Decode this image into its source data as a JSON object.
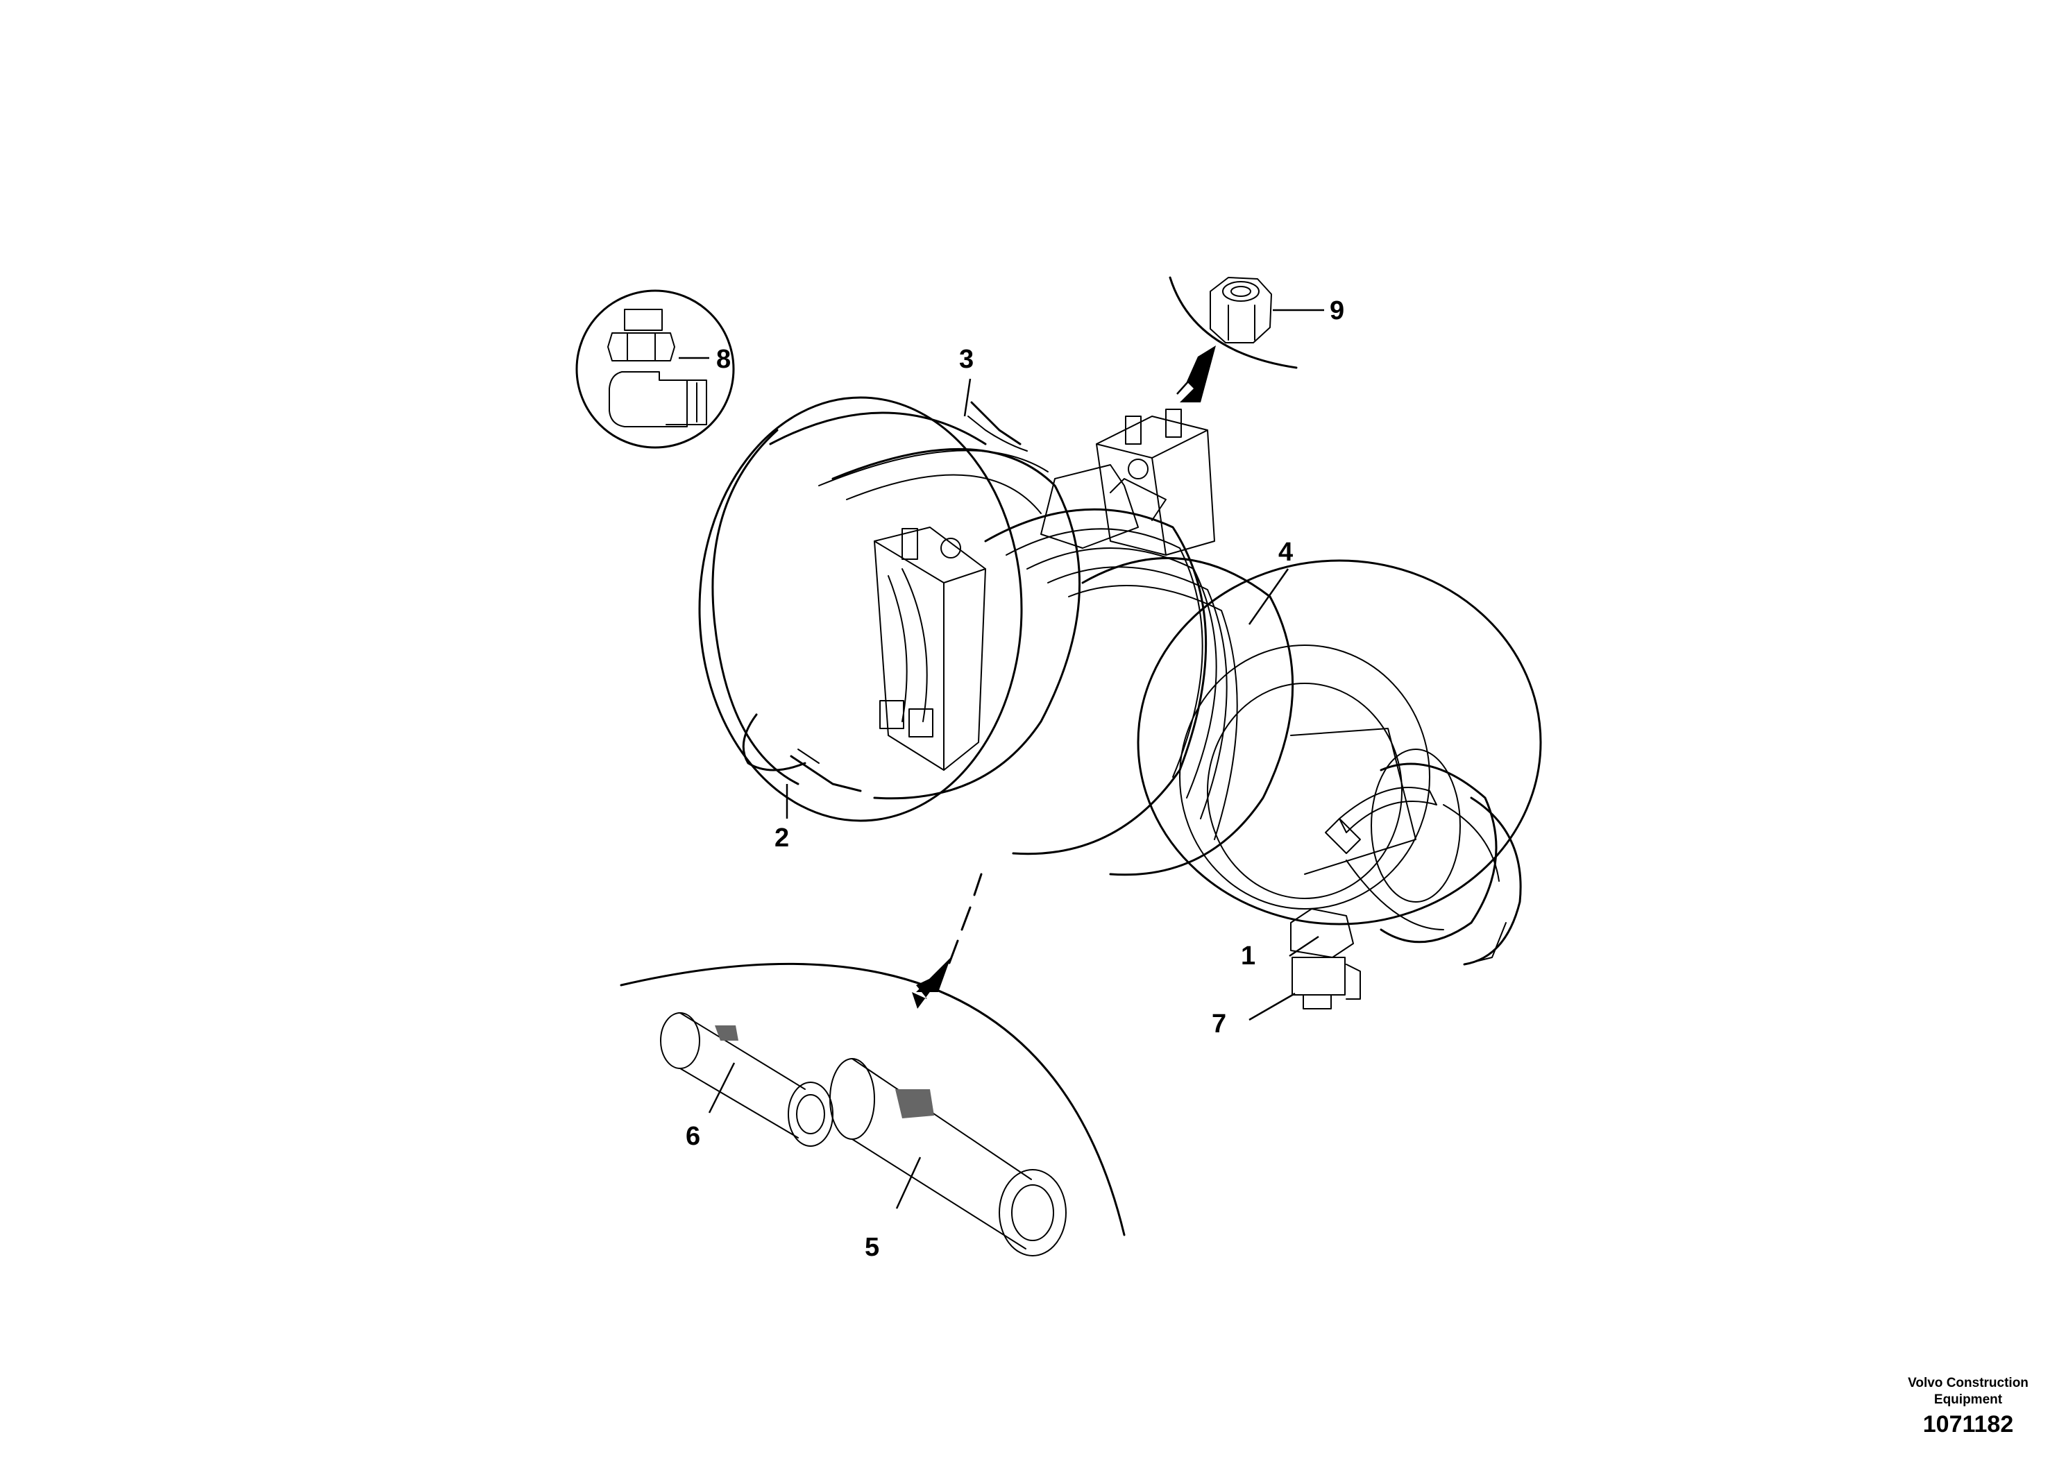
{
  "callouts": [
    "1",
    "2",
    "3",
    "4",
    "5",
    "6",
    "7",
    "8",
    "9"
  ],
  "credit": {
    "company": "Volvo Construction Equipment",
    "drawing_number": "1071182"
  }
}
